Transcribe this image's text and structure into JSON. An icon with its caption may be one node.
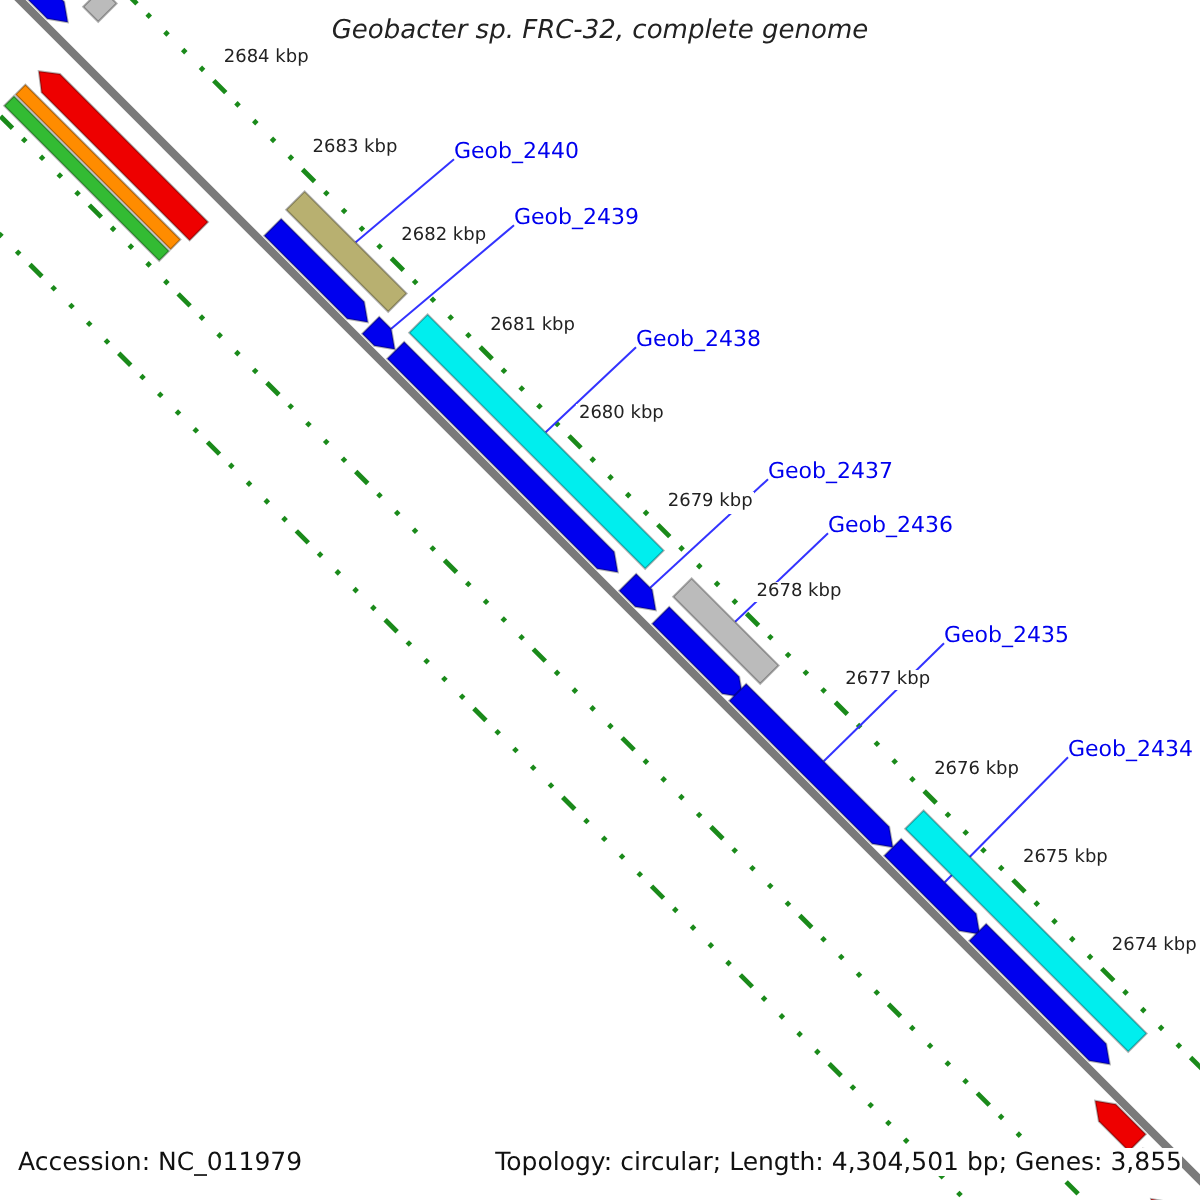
{
  "diagram": {
    "title": "Geobacter sp. FRC-32, complete genome",
    "nodes": [
      {
        "text": [
          "Geob_2440"
        ]
      },
      {
        "text": [
          "Geob_2439"
        ]
      },
      {
        "text": [
          "Geob_2438"
        ]
      },
      {
        "text": [
          "Geob_2437"
        ]
      },
      {
        "text": [
          "Geob_2436"
        ]
      },
      {
        "text": [
          "Geob_2435"
        ]
      },
      {
        "text": [
          "Geob_2434"
        ]
      },
      {
        "text": [],
        "shape": "bar"
      },
      {
        "text": [],
        "shape": "bar"
      },
      {
        "text": [],
        "shape": "bar"
      },
      {
        "text": [],
        "shape": "bar"
      },
      {
        "text": [],
        "shape": "bar"
      },
      {
        "text": [],
        "shape": "bar"
      },
      {
        "text": [],
        "shape": "bar"
      },
      {
        "text": [],
        "shape": "bar"
      },
      {
        "text": [],
        "shape": "bar"
      },
      {
        "text": [],
        "shape": "bar"
      },
      {
        "text": [],
        "shape": "bar"
      },
      {
        "text": [],
        "shape": "bar"
      },
      {
        "text": [],
        "shape": "bar"
      },
      {
        "text": [],
        "shape": "bar"
      },
      {
        "text": [],
        "shape": "bar"
      },
      {
        "text": [],
        "shape": "bar"
      },
      {
        "text": [],
        "shape": "bar"
      },
      {
        "text": [],
        "shape": "bar"
      },
      {
        "text": [],
        "shape": "bar"
      },
      {
        "text": [],
        "shape": "bar"
      }
    ],
    "edges": [
      {
        "from": 0,
        "to": 12,
        "arrow": "none"
      },
      {
        "from": 1,
        "to": 14,
        "arrow": "none"
      },
      {
        "from": 2,
        "to": 15,
        "arrow": "none"
      },
      {
        "from": 3,
        "to": 17,
        "arrow": "none"
      },
      {
        "from": 4,
        "to": 18,
        "arrow": "none"
      },
      {
        "from": 5,
        "to": 20,
        "arrow": "none"
      },
      {
        "from": 6,
        "to": 22,
        "arrow": "none"
      }
    ],
    "labels": [
      "2684 kbp",
      "2683 kbp",
      "2682 kbp",
      "2681 kbp",
      "2680 kbp",
      "2679 kbp",
      "2678 kbp",
      "2677 kbp",
      "2676 kbp",
      "2675 kbp",
      "2674 kbp",
      "Accession: NC_011979",
      "Topology: circular; Length: 4,304,501 bp; Genes: 3,855"
    ]
  }
}
